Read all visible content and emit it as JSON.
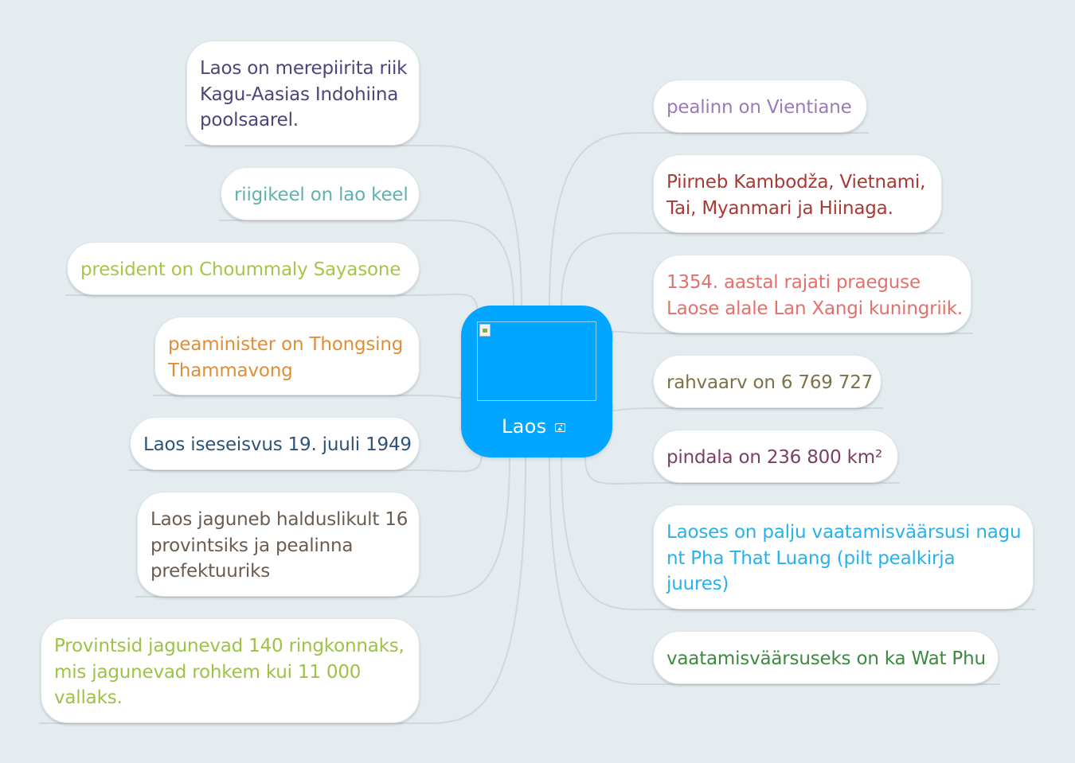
{
  "central_topic": {
    "title": "Laos",
    "image_icon": "image-icon",
    "color": "#00a6ff"
  },
  "topics": {
    "left": [
      {
        "id": "geography",
        "lines": [
          "Laos on merepiirita riik",
          "Kagu-Aasias Indohiina",
          "poolsaarel."
        ],
        "color": "#4e447a"
      },
      {
        "id": "language",
        "lines": [
          "riigikeel on lao keel"
        ],
        "color": "#61b1ae"
      },
      {
        "id": "president",
        "lines": [
          "president on Choummaly Sayasone"
        ],
        "color": "#a4c64a"
      },
      {
        "id": "prime-minister",
        "lines": [
          "peaminister on Thongsing",
          "Thammavong"
        ],
        "color": "#e08e35"
      },
      {
        "id": "independence",
        "lines": [
          "Laos iseseisvus 19. juuli 1949"
        ],
        "color": "#2f5278"
      },
      {
        "id": "administration",
        "lines": [
          "Laos jaguneb halduslikult 16",
          "provintsiks ja pealinna",
          "prefektuuriks"
        ],
        "color": "#6b5c50"
      },
      {
        "id": "provinces",
        "lines": [
          "Provintsid jagunevad 140 ringkonnaks,",
          "mis jagunevad rohkem kui 11 000",
          "vallaks."
        ],
        "color": "#9dc246"
      }
    ],
    "right": [
      {
        "id": "capital",
        "lines": [
          "pealinn on Vientiane"
        ],
        "color": "#9b7ab7"
      },
      {
        "id": "borders",
        "lines": [
          "Piirneb Kambodža, Vietnami,",
          "Tai, Myanmari ja Hiinaga."
        ],
        "color": "#a63a35"
      },
      {
        "id": "history",
        "lines": [
          "1354. aastal rajati praeguse",
          "Laose alale Lan Xangi kuningriik."
        ],
        "color": "#e3706b"
      },
      {
        "id": "population",
        "lines": [
          "rahvaarv on 6 769 727"
        ],
        "color": "#7b7247"
      },
      {
        "id": "area",
        "lines": [
          "pindala on 236 800 km²"
        ],
        "color": "#7c3f63"
      },
      {
        "id": "sights",
        "lines": [
          "Laoses on palju vaatamisväärsusi nagu",
          "nt Pha That Luang (pilt pealkirja",
          "juures)"
        ],
        "color": "#28b1ec"
      },
      {
        "id": "wat-phu",
        "lines": [
          "vaatamisväärsuseks on ka Wat Phu"
        ],
        "color": "#3b8a40"
      }
    ]
  },
  "connector_color": "#cfd8dd"
}
